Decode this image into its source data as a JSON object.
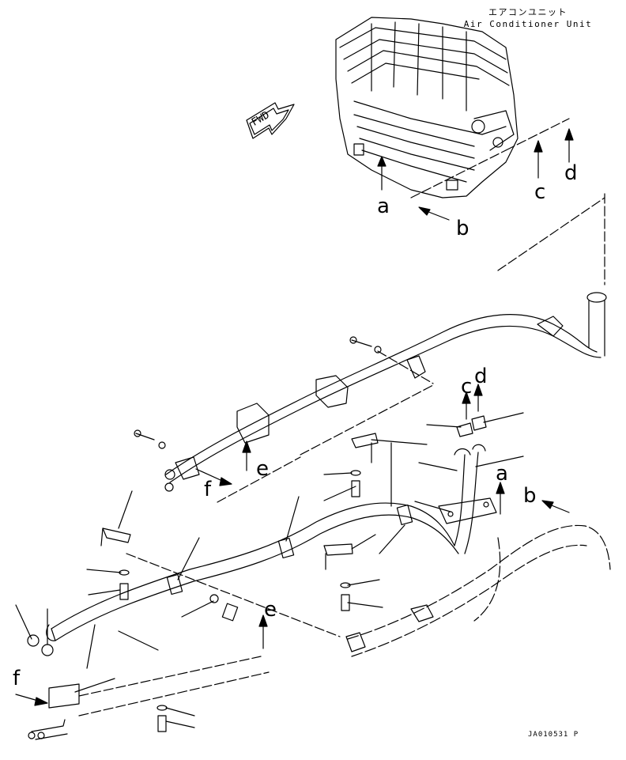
{
  "title": {
    "jp": "エアコンユニット",
    "en": "Air Conditioner Unit"
  },
  "fwd": "FWD",
  "labels": {
    "a_top": "a",
    "b_top": "b",
    "c_top": "c",
    "d_top": "d",
    "c_mid": "c",
    "d_mid": "d",
    "a_mid": "a",
    "b_mid": "b",
    "e_left": "e",
    "f_left": "f",
    "e_bottom": "e",
    "f_bottom": "f"
  },
  "drawing_code": "JA010531 P"
}
